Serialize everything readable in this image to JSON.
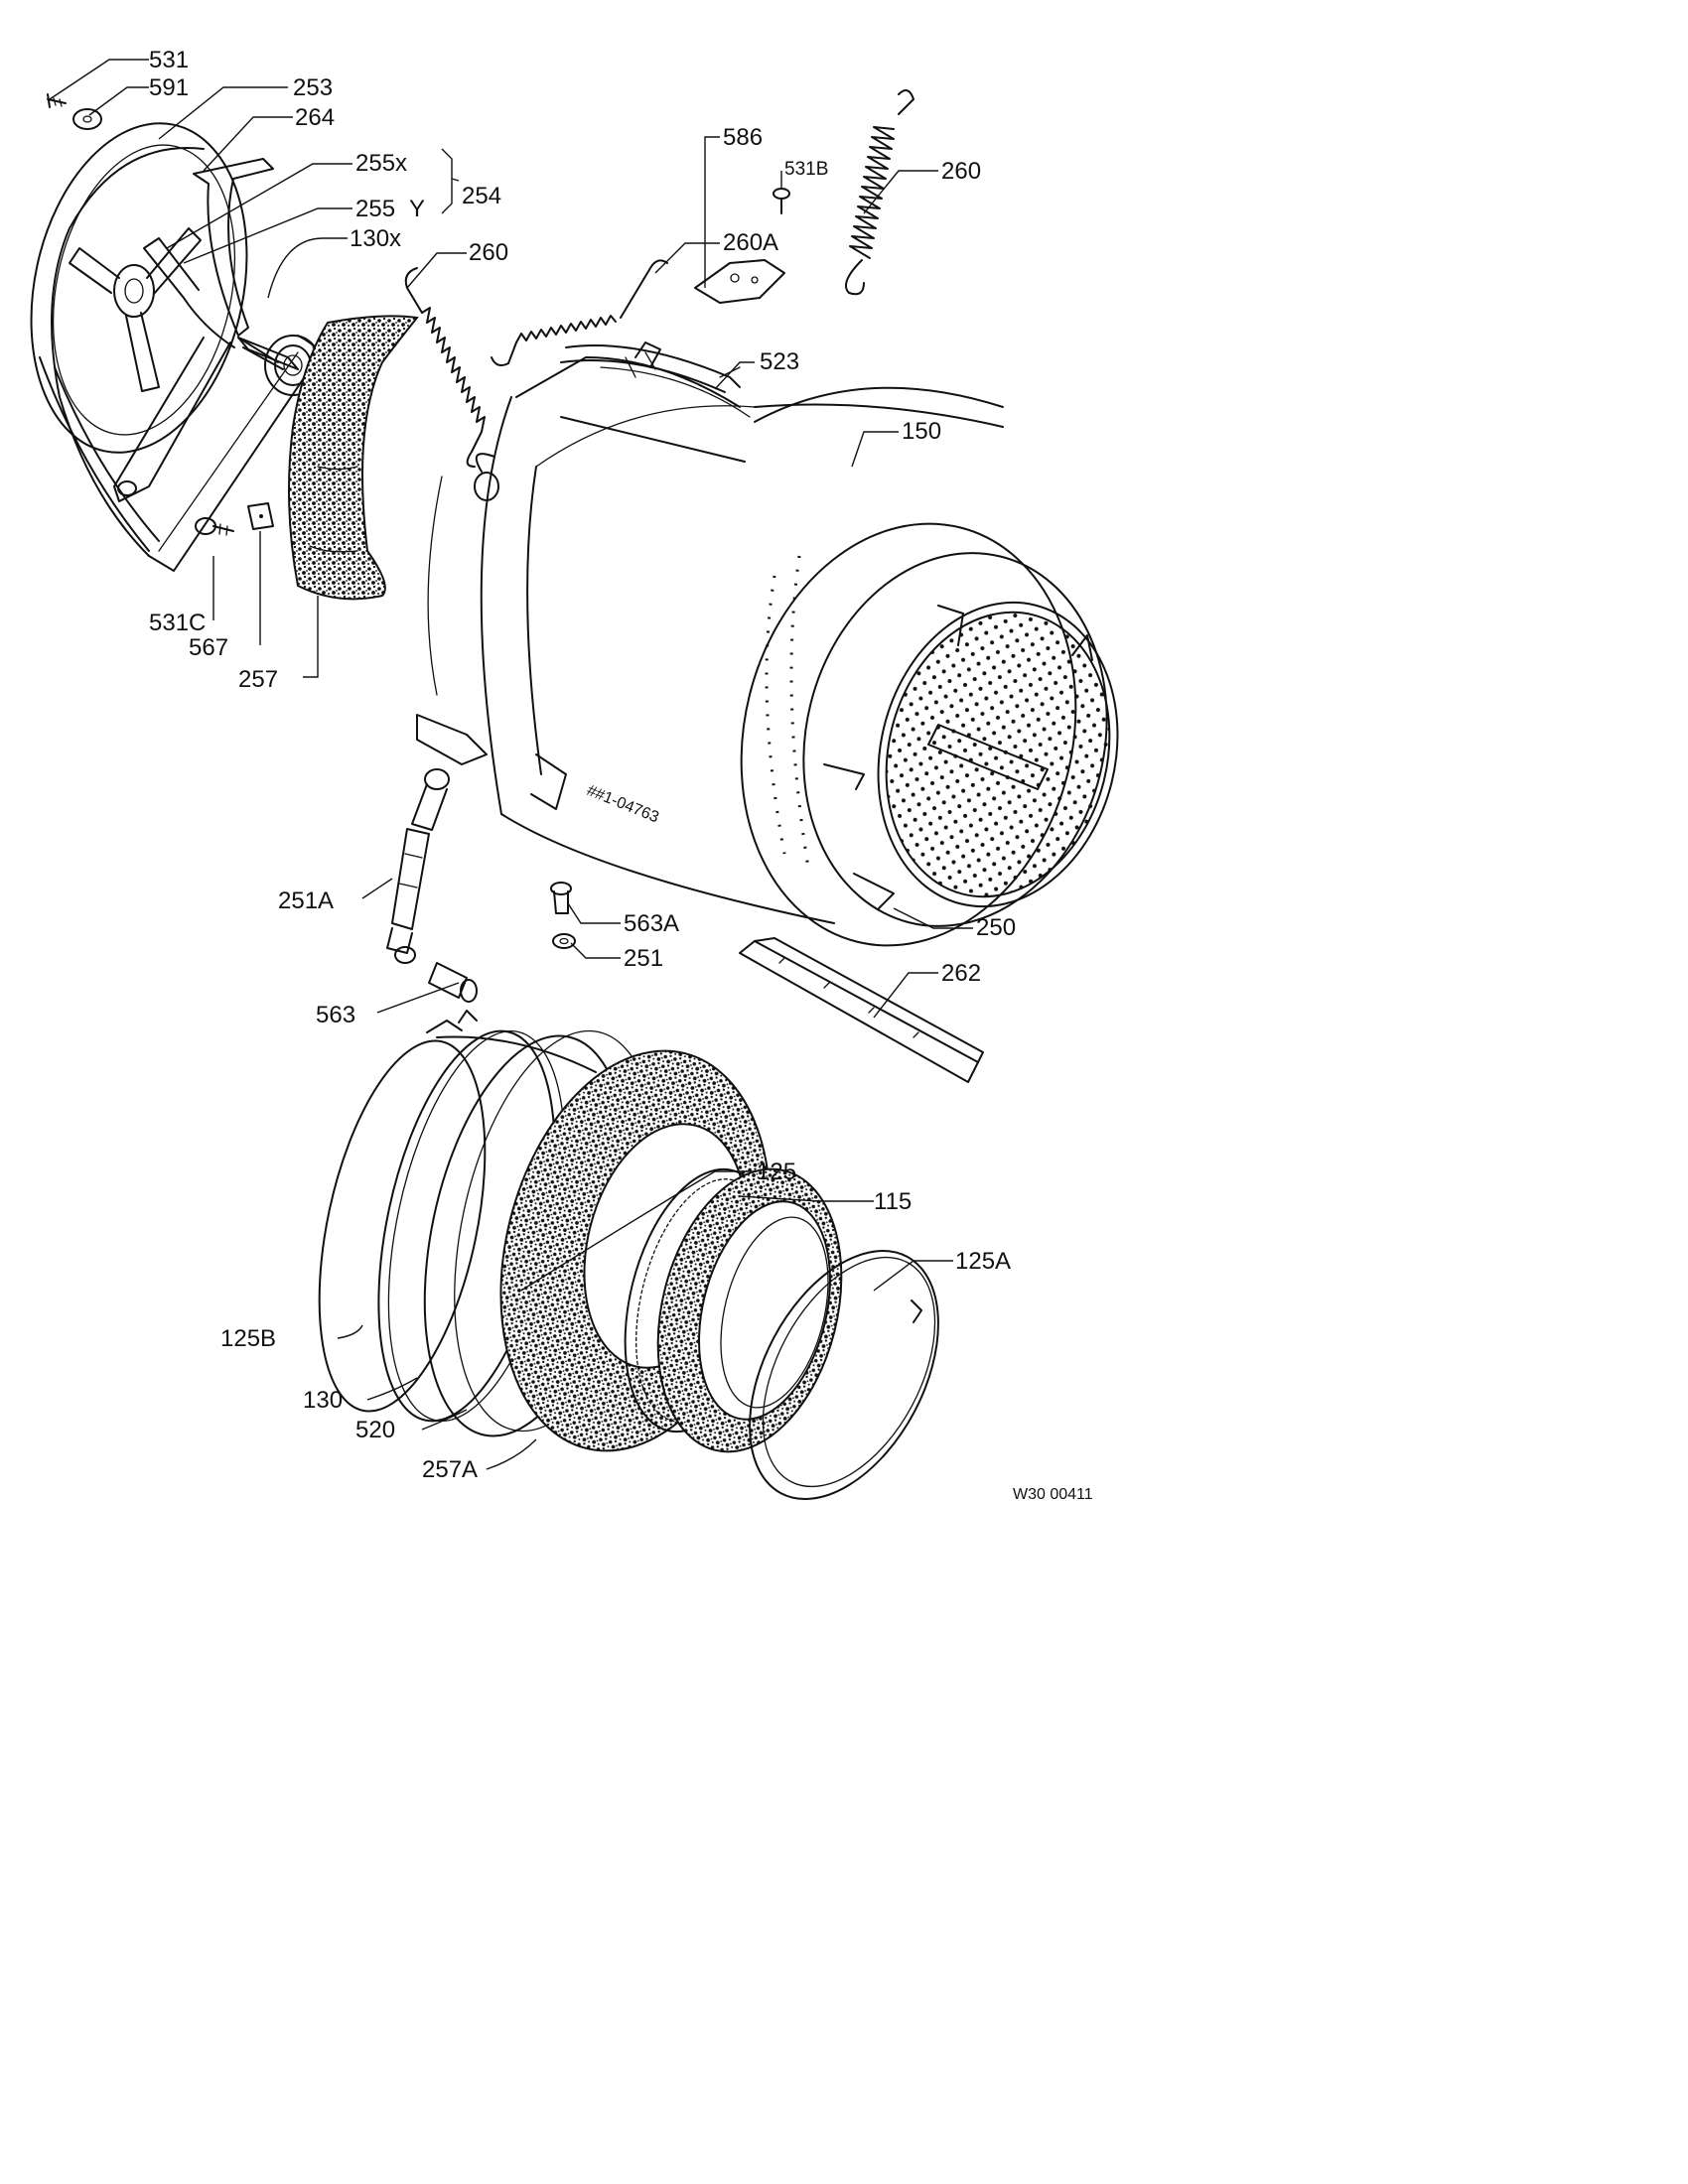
{
  "drawing": {
    "code": "W30 00411",
    "tub_stamp": "##1-04763"
  },
  "labels": {
    "l531": "531",
    "l591": "591",
    "l253": "253",
    "l264": "264",
    "l255x": "255x",
    "l255": "255",
    "lY": "Y",
    "l254": "254",
    "l130x": "130x",
    "l260a_top": "260",
    "l260A": "260A",
    "l586": "586",
    "l531B": "531B",
    "l260b_top": "260",
    "l523": "523",
    "l150": "150",
    "l531C": "531C",
    "l567": "567",
    "l257": "257",
    "l251A": "251A",
    "l563A": "563A",
    "l251": "251",
    "l250": "250",
    "l262": "262",
    "l563": "563",
    "l125": "125",
    "l115": "115",
    "l125A": "125A",
    "l125B": "125B",
    "l130": "130",
    "l520": "520",
    "l257A": "257A"
  }
}
